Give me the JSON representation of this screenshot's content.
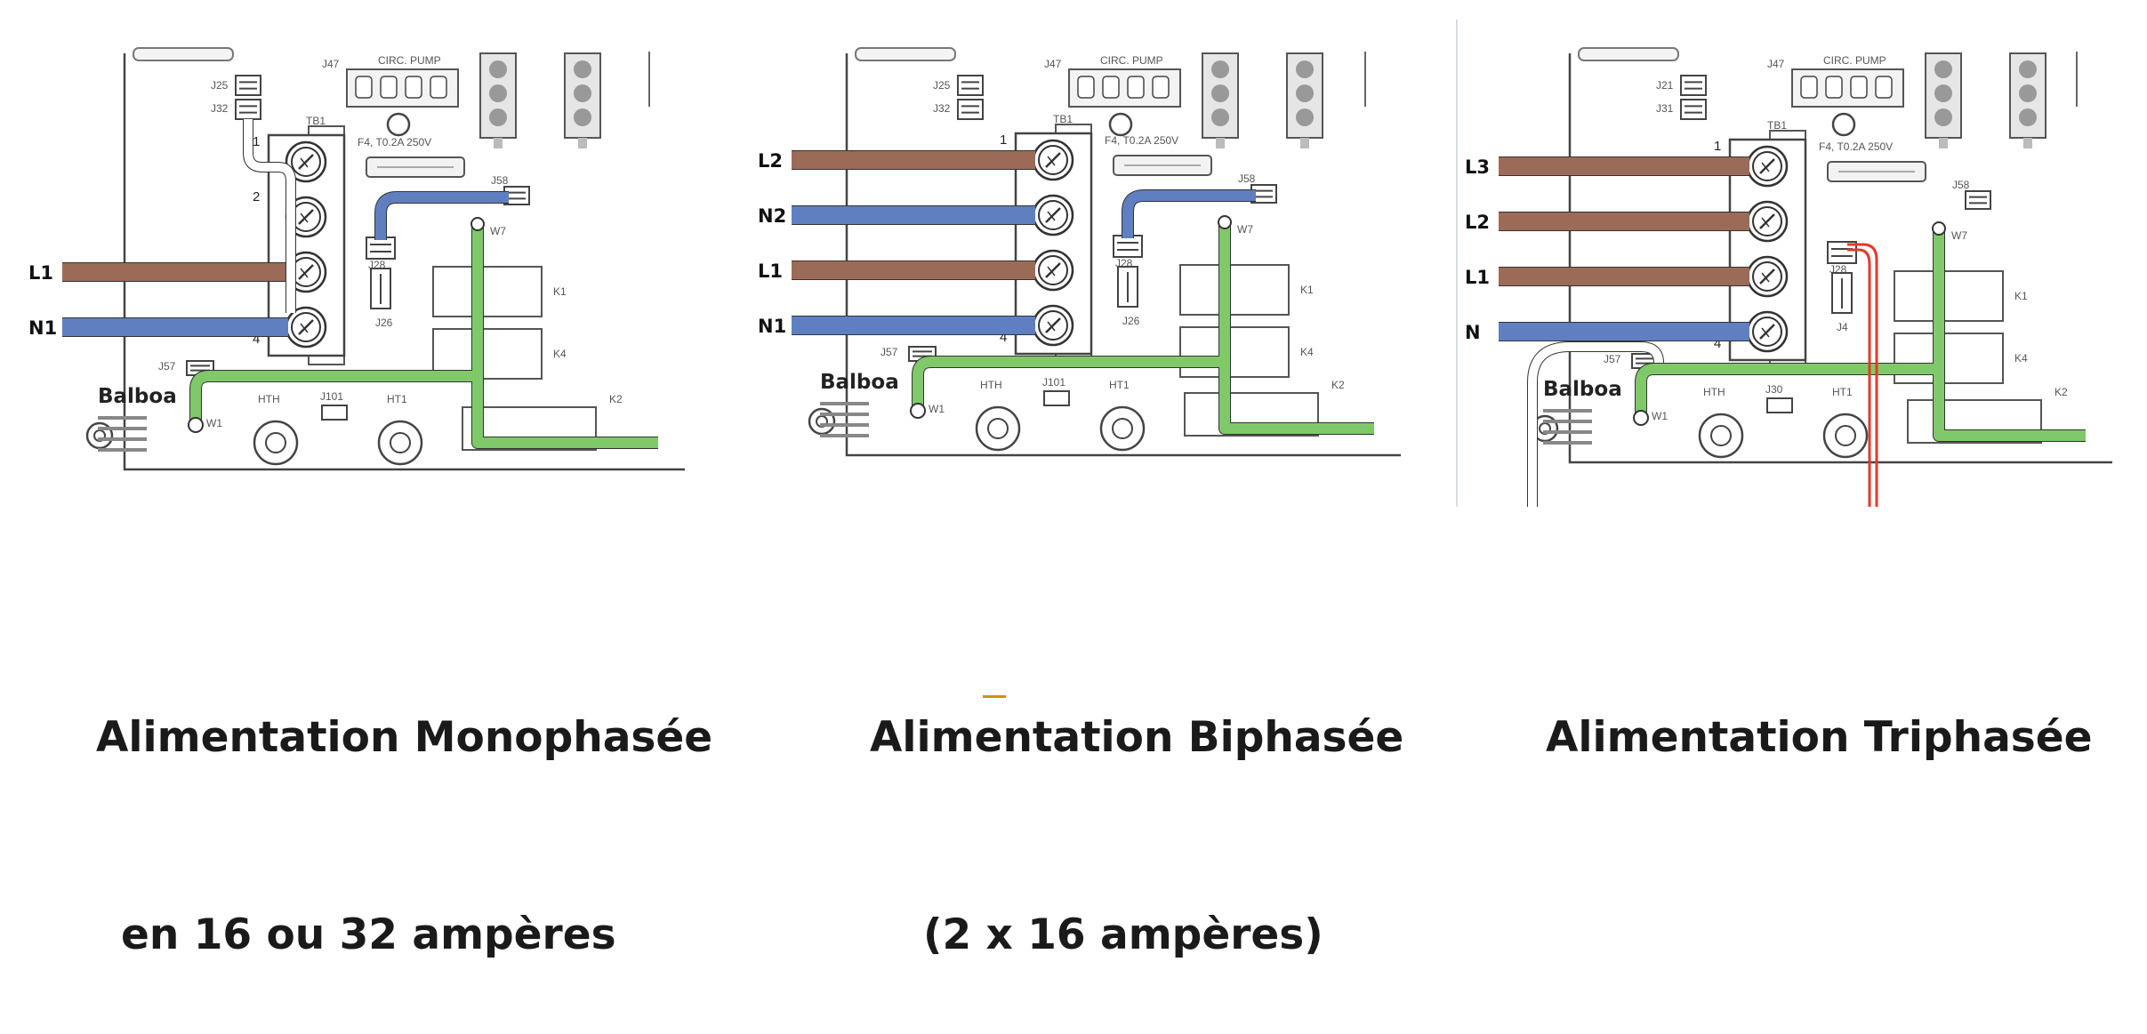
{
  "colors": {
    "brown_wire": "#9c6b57",
    "blue_wire": "#5f7fc0",
    "green_wire": "#7fc96a",
    "red_wire": "#e23a2a",
    "outline": "#555555",
    "underline": "#e08a00"
  },
  "panels": [
    {
      "id": "mono",
      "caption_line1": "Alimentation Monophasée",
      "caption_line2": "en 16 ou 32 ampères",
      "wires": [
        {
          "label": "L1",
          "color": "brown",
          "terminal": 3
        },
        {
          "label": "N1",
          "color": "blue",
          "terminal": 4
        }
      ],
      "brand": "Balboa",
      "terminal_numbers": [
        "1",
        "2",
        "4"
      ],
      "fuse_label": "F4, T0.2A 250V",
      "connectors": {
        "j25": "J25",
        "j32": "J32",
        "tb1": "TB1",
        "j28": "J28",
        "j26": "J26",
        "j58": "J58",
        "j57": "J57",
        "w7": "W7",
        "w1": "W1",
        "hth": "HTH",
        "j101": "J101",
        "ht1": "HT1",
        "k1": "K1",
        "k4": "K4",
        "k2": "K2",
        "j47": "J47",
        "circ": "CIRC. PUMP"
      }
    },
    {
      "id": "bi",
      "caption_line1": "Alimentation Biphasée",
      "caption_line2": "(2 x 16 ampères)",
      "wires": [
        {
          "label": "L2",
          "color": "brown",
          "terminal": 1
        },
        {
          "label": "N2",
          "color": "blue",
          "terminal": 2
        },
        {
          "label": "L1",
          "color": "brown",
          "terminal": 3
        },
        {
          "label": "N1",
          "color": "blue",
          "terminal": 4
        }
      ],
      "brand": "Balboa",
      "terminal_numbers": [
        "1",
        "4"
      ],
      "fuse_label": "F4, T0.2A 250V",
      "connectors": {
        "j25": "J25",
        "j32": "J32",
        "tb1": "TB1",
        "j28": "J28",
        "j26": "J26",
        "j58": "J58",
        "j57": "J57",
        "w7": "W7",
        "w1": "W1",
        "hth": "HTH",
        "j101": "J101",
        "ht1": "HT1",
        "k1": "K1",
        "k4": "K4",
        "k2": "K2",
        "j47": "J47",
        "circ": "CIRC. PUMP"
      }
    },
    {
      "id": "tri",
      "caption_line1": "Alimentation Triphasée",
      "caption_line2": "",
      "wires": [
        {
          "label": "L3",
          "color": "brown",
          "terminal": 1
        },
        {
          "label": "L2",
          "color": "brown",
          "terminal": 2
        },
        {
          "label": "L1",
          "color": "brown",
          "terminal": 3
        },
        {
          "label": "N",
          "color": "blue",
          "terminal": 4
        }
      ],
      "brand": "Balboa",
      "terminal_numbers": [
        "1",
        "4"
      ],
      "fuse_label": "F4, T0.2A 250V",
      "connectors": {
        "j25": "J21",
        "j32": "J31",
        "tb1": "TB1",
        "j28": "J28",
        "j26": "J4",
        "j58": "J58",
        "j57": "J57",
        "w7": "W7",
        "w1": "W1",
        "hth": "HTH",
        "j101": "J30",
        "ht1": "HT1",
        "k1": "K1",
        "k4": "K4",
        "k2": "K2",
        "j47": "J47",
        "circ": "CIRC. PUMP"
      }
    }
  ]
}
